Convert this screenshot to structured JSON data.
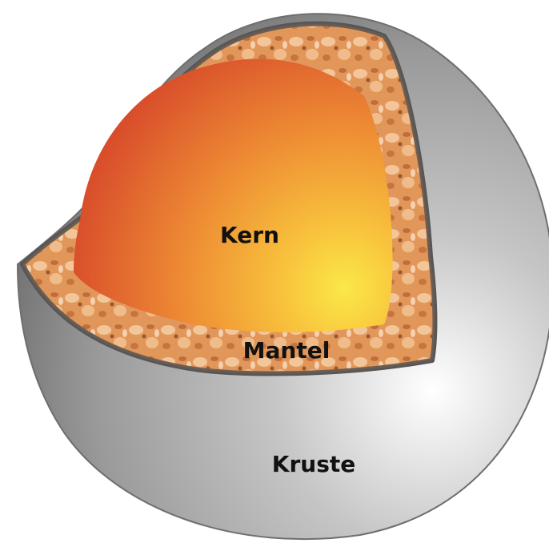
{
  "labels": {
    "core": "Kern",
    "mantle": "Mantel",
    "crust": "Kruste"
  },
  "colors": {
    "crust_light": "#ffffff",
    "crust_mid": "#c8c8c8",
    "crust_dark": "#7d7d7d",
    "crust_outline": "#555555",
    "mantle_base": "#e0955a",
    "mantle_light": "#f7d1a8",
    "mantle_dark": "#a85a2c",
    "core_hot": "#fbe444",
    "core_mid": "#f2a43a",
    "core_edge": "#d9502a",
    "text": "#111111"
  }
}
